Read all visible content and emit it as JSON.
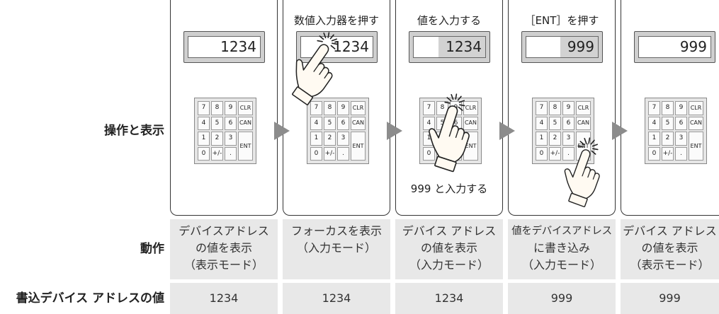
{
  "row_labels": {
    "operation_display": "操作と表示",
    "action": "動作",
    "written_value": "書込デバイス アドレスの値"
  },
  "steps": [
    {
      "display_value": "1234",
      "display_focused": false,
      "action": [
        "デバイスアドレス",
        "の値を表示",
        "（表示モード）"
      ],
      "written_value": "1234"
    },
    {
      "header": "数値入力器を押す",
      "display_value": "1234",
      "display_focused": false,
      "action": [
        "フォーカスを表示",
        "（入力モード）"
      ],
      "written_value": "1234"
    },
    {
      "header": "値を入力する",
      "display_value": "1234",
      "display_focused": true,
      "note": "999 と入力する",
      "action": [
        "デバイス アドレス",
        "の値を表示",
        "（入力モード）"
      ],
      "written_value": "1234"
    },
    {
      "header": "［ENT］を押す",
      "display_value": "999",
      "display_focused": true,
      "action": [
        "値をデバイスアドレス",
        "に書き込み",
        "（入力モード）"
      ],
      "written_value": "999"
    },
    {
      "display_value": "999",
      "display_focused": false,
      "action": [
        "デバイス アドレス",
        "の値を表示",
        "（表示モード）"
      ],
      "written_value": "999"
    }
  ],
  "keypad": {
    "rows": [
      [
        "7",
        "8",
        "9",
        "CLR"
      ],
      [
        "4",
        "5",
        "6",
        "CAN"
      ],
      [
        "1",
        "2",
        "3",
        "ENT"
      ],
      [
        "0",
        "+/-",
        "."
      ]
    ]
  },
  "icons": {
    "step_arrow": "triangle-right-arrow-icon",
    "hand": "pointing-hand-icon",
    "tap": "tap-burst-icon"
  },
  "colors": {
    "panel_border": "#333333",
    "arrow": "#8c8c8c",
    "table_cell": "#e8e8e8",
    "focus_highlight": "#d2d2d2",
    "keypad_background": "#e6e6e6"
  }
}
